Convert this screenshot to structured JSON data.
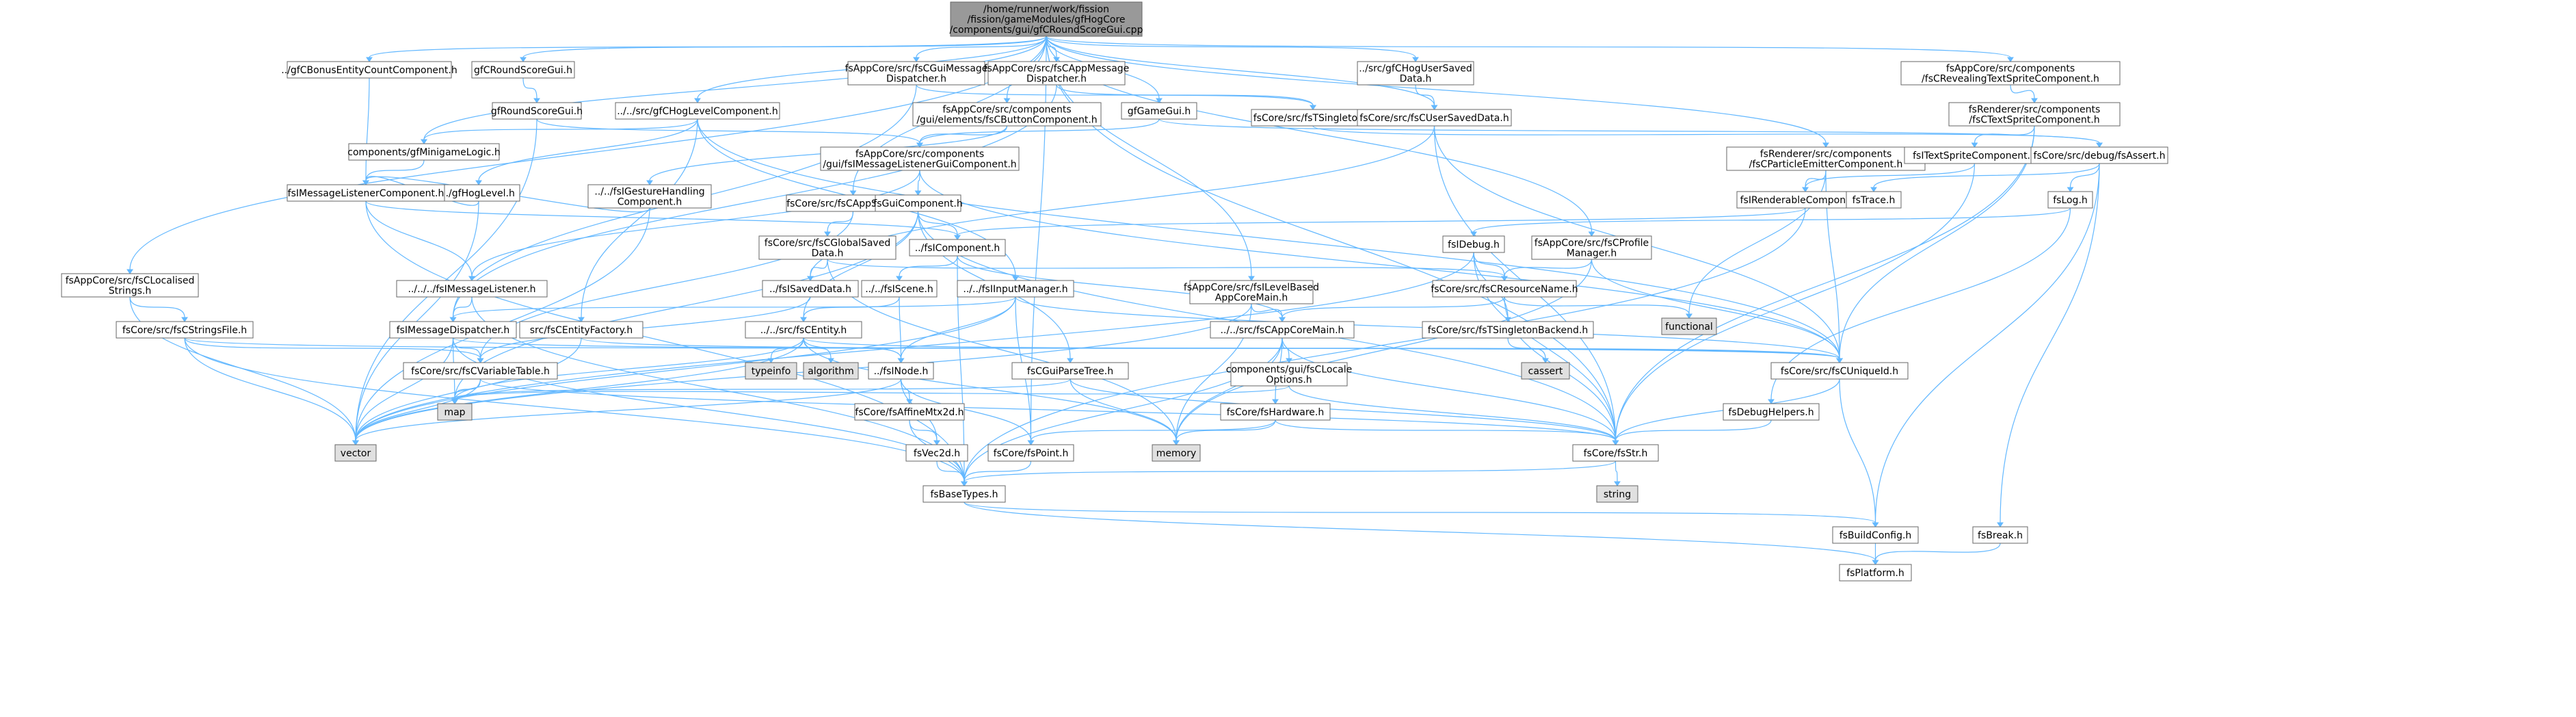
{
  "colors": {
    "node_fill": "#ffffff",
    "root_fill": "#999999",
    "external_fill": "#e0e0e0",
    "node_border": "#666666",
    "edge": "#63b8ff"
  },
  "nodes": [
    {
      "id": "root",
      "lines": [
        "/home/runner/work/fission",
        "/fission/gameModules/gfHogCore",
        "/components/gui/gfCRoundScoreGui.cpp"
      ],
      "kind": "root"
    },
    {
      "id": "gfCBonusEntityCountComponent",
      "lines": [
        "../gfCBonusEntityCountComponent.h"
      ]
    },
    {
      "id": "gfCRoundScoreGui",
      "lines": [
        "gfCRoundScoreGui.h"
      ]
    },
    {
      "id": "gfRoundScoreGui",
      "lines": [
        "gfRoundScoreGui.h"
      ]
    },
    {
      "id": "gfCHogLevelComponent",
      "lines": [
        "../../src/gfCHogLevelComponent.h"
      ]
    },
    {
      "id": "fsCGuiMessageDispatcher",
      "lines": [
        "fsAppCore/src/fsCGuiMessage",
        "Dispatcher.h"
      ]
    },
    {
      "id": "fsCAppMessageDispatcher",
      "lines": [
        "fsAppCore/src/fsCAppMessage",
        "Dispatcher.h"
      ]
    },
    {
      "id": "gfGameGui",
      "lines": [
        "gfGameGui.h"
      ]
    },
    {
      "id": "fsCButtonComponent",
      "lines": [
        "fsAppCore/src/components",
        "/gui/elements/fsCButtonComponent.h"
      ]
    },
    {
      "id": "gfCHogUserSavedData",
      "lines": [
        "../src/gfCHogUserSaved",
        "Data.h"
      ]
    },
    {
      "id": "fsTSingleton",
      "lines": [
        "fsCore/src/fsTSingleton.h"
      ]
    },
    {
      "id": "fsCUserSavedData",
      "lines": [
        "fsCore/src/fsCUserSavedData.h"
      ]
    },
    {
      "id": "fsCRevealingTextSpriteComponent",
      "lines": [
        "fsAppCore/src/components",
        "/fsCRevealingTextSpriteComponent.h"
      ]
    },
    {
      "id": "fsCTextSpriteComponent",
      "lines": [
        "fsRenderer/src/components",
        "/fsCTextSpriteComponent.h"
      ]
    },
    {
      "id": "fsCParticleEmitterComponent",
      "lines": [
        "fsRenderer/src/components",
        "/fsCParticleEmitterComponent.h"
      ]
    },
    {
      "id": "fsCLocalisedStrings",
      "lines": [
        "fsAppCore/src/fsCLocalised",
        "Strings.h"
      ]
    },
    {
      "id": "fsCStringsFile",
      "lines": [
        "fsCore/src/fsCStringsFile.h"
      ]
    },
    {
      "id": "gfMinigameLogic",
      "lines": [
        "components/gfMinigameLogic.h"
      ]
    },
    {
      "id": "gfHogLevel",
      "lines": [
        "../gfHogLevel.h"
      ]
    },
    {
      "id": "fsIGestureHandlingComponent",
      "lines": [
        "../../fsIGestureHandling",
        "Component.h"
      ]
    },
    {
      "id": "fsIMessageListenerGuiComponent",
      "lines": [
        "fsAppCore/src/components",
        "/gui/fsIMessageListenerGuiComponent.h"
      ]
    },
    {
      "id": "fsIMessageListenerComponent",
      "lines": [
        "fsIMessageListenerComponent.h"
      ]
    },
    {
      "id": "fsCAppSettings",
      "lines": [
        "fsCore/src/fsCAppSettings.h"
      ]
    },
    {
      "id": "fsGuiComponent",
      "lines": [
        "fsGuiComponent.h"
      ]
    },
    {
      "id": "fsTextSpriteComponent",
      "lines": [
        "fsITextSpriteComponent.h"
      ]
    },
    {
      "id": "fsAssert",
      "lines": [
        "fsCore/src/debug/fsAssert.h"
      ]
    },
    {
      "id": "fsRenderableComponent",
      "lines": [
        "fsIRenderableComponent.h"
      ]
    },
    {
      "id": "fsTrace",
      "lines": [
        "fsTrace.h"
      ]
    },
    {
      "id": "fsLog",
      "lines": [
        "fsLog.h"
      ]
    },
    {
      "id": "fsCGlobalSavedData",
      "lines": [
        "fsCore/src/fsCGlobalSaved",
        "Data.h"
      ]
    },
    {
      "id": "fsIComponent",
      "lines": [
        "../fsIComponent.h"
      ]
    },
    {
      "id": "fsCProfileManager",
      "lines": [
        "fsAppCore/src/fsCProfile",
        "Manager.h"
      ]
    },
    {
      "id": "fsIDebug",
      "lines": [
        "fsIDebug.h"
      ]
    },
    {
      "id": "fsIMessageListener",
      "lines": [
        "../../../fsIMessageListener.h"
      ]
    },
    {
      "id": "fsISavedData",
      "lines": [
        "../fsISavedData.h"
      ]
    },
    {
      "id": "fsIScene",
      "lines": [
        "../../fsIScene.h"
      ]
    },
    {
      "id": "fsIInputManager",
      "lines": [
        "../../fsIInputManager.h"
      ]
    },
    {
      "id": "fsILevelBasedAppCoreMain",
      "lines": [
        "fsAppCore/src/fsILevelBased",
        "AppCoreMain.h"
      ]
    },
    {
      "id": "fsCResourceName",
      "lines": [
        "fsCore/src/fsCResourceName.h"
      ]
    },
    {
      "id": "functional",
      "lines": [
        "functional"
      ],
      "kind": "external"
    },
    {
      "id": "fsMessageDispatcher",
      "lines": [
        "fsIMessageDispatcher.h"
      ]
    },
    {
      "id": "fsCEntityFactory",
      "lines": [
        "src/fsCEntityFactory.h"
      ]
    },
    {
      "id": "fsCEntity",
      "lines": [
        "../../src/fsCEntity.h"
      ]
    },
    {
      "id": "fsCAppCoreMain",
      "lines": [
        "../../src/fsCAppCoreMain.h"
      ]
    },
    {
      "id": "fsTSingletonBackend",
      "lines": [
        "fsCore/src/fsTSingletonBackend.h"
      ]
    },
    {
      "id": "cassert",
      "lines": [
        "cassert"
      ],
      "kind": "external"
    },
    {
      "id": "fsCUniqueId",
      "lines": [
        "fsCore/src/fsCUniqueId.h"
      ]
    },
    {
      "id": "fsCVariableTable",
      "lines": [
        "fsCore/src/fsCVariableTable.h"
      ]
    },
    {
      "id": "typeinfo",
      "lines": [
        "typeinfo"
      ],
      "kind": "external"
    },
    {
      "id": "algorithm",
      "lines": [
        "algorithm"
      ],
      "kind": "external"
    },
    {
      "id": "fsINode",
      "lines": [
        "../fsINode.h"
      ]
    },
    {
      "id": "fsCGuiParseTree",
      "lines": [
        "fsCGuiParseTree.h"
      ]
    },
    {
      "id": "fsCLocaleOptions",
      "lines": [
        "components/gui/fsCLocale",
        "Options.h"
      ]
    },
    {
      "id": "map",
      "lines": [
        "map"
      ],
      "kind": "external"
    },
    {
      "id": "fsAffineMtx2d",
      "lines": [
        "fsCore/fsAffineMtx2d.h"
      ]
    },
    {
      "id": "fsHardware",
      "lines": [
        "fsCore/fsHardware.h"
      ]
    },
    {
      "id": "fsDebugHelpers",
      "lines": [
        "fsDebugHelpers.h"
      ]
    },
    {
      "id": "vector",
      "lines": [
        "vector"
      ],
      "kind": "external"
    },
    {
      "id": "memory",
      "lines": [
        "memory"
      ],
      "kind": "external"
    },
    {
      "id": "fsVec2d",
      "lines": [
        "fsVec2d.h"
      ]
    },
    {
      "id": "fsPoint",
      "lines": [
        "fsCore/fsPoint.h"
      ]
    },
    {
      "id": "fsStr",
      "lines": [
        "fsCore/fsStr.h"
      ]
    },
    {
      "id": "string",
      "lines": [
        "string"
      ],
      "kind": "external"
    },
    {
      "id": "fsBaseTypes",
      "lines": [
        "fsBaseTypes.h"
      ]
    },
    {
      "id": "fsBuildConfig",
      "lines": [
        "fsBuildConfig.h"
      ]
    },
    {
      "id": "fsBreak",
      "lines": [
        "fsBreak.h"
      ]
    },
    {
      "id": "fsPlatform",
      "lines": [
        "fsPlatform.h"
      ]
    }
  ],
  "edges": [
    [
      "root",
      "gfCBonusEntityCountComponent"
    ],
    [
      "root",
      "gfCRoundScoreGui"
    ],
    [
      "root",
      "gfCHogLevelComponent"
    ],
    [
      "root",
      "fsCGuiMessageDispatcher"
    ],
    [
      "root",
      "fsCAppMessageDispatcher"
    ],
    [
      "root",
      "gfGameGui"
    ],
    [
      "root",
      "fsCButtonComponent"
    ],
    [
      "root",
      "gfCHogUserSavedData"
    ],
    [
      "root",
      "fsCRevealingTextSpriteComponent"
    ],
    [
      "root",
      "fsCParticleEmitterComponent"
    ],
    [
      "root",
      "fsCLocalisedStrings"
    ],
    [
      "root",
      "gfMinigameLogic"
    ],
    [
      "root",
      "fsCAppSettings"
    ],
    [
      "root",
      "fsCProfileManager"
    ],
    [
      "root",
      "fsCUserSavedData"
    ],
    [
      "root",
      "fsILevelBasedAppCoreMain"
    ],
    [
      "root",
      "fsStr"
    ],
    [
      "root",
      "fsPoint"
    ],
    [
      "gfCBonusEntityCountComponent",
      "fsIMessageListenerComponent"
    ],
    [
      "gfCRoundScoreGui",
      "gfRoundScoreGui"
    ],
    [
      "gfRoundScoreGui",
      "fsIMessageListenerGuiComponent"
    ],
    [
      "gfRoundScoreGui",
      "vector"
    ],
    [
      "gfCHogLevelComponent",
      "gfHogLevel"
    ],
    [
      "gfCHogLevelComponent",
      "gfMinigameLogic"
    ],
    [
      "gfCHogLevelComponent",
      "fsCUniqueId"
    ],
    [
      "gfCHogLevelComponent",
      "fsIInputManager"
    ],
    [
      "gfCHogLevelComponent",
      "fsCEntityFactory"
    ],
    [
      "fsCGuiMessageDispatcher",
      "fsMessageDispatcher"
    ],
    [
      "fsCGuiMessageDispatcher",
      "fsTSingleton"
    ],
    [
      "fsCAppMessageDispatcher",
      "fsMessageDispatcher"
    ],
    [
      "fsCAppMessageDispatcher",
      "fsTSingleton"
    ],
    [
      "gfGameGui",
      "fsIMessageListenerGuiComponent"
    ],
    [
      "gfGameGui",
      "fsAssert"
    ],
    [
      "fsCButtonComponent",
      "fsIGestureHandlingComponent"
    ],
    [
      "fsCButtonComponent",
      "fsIMessageListenerGuiComponent"
    ],
    [
      "gfCHogUserSavedData",
      "fsCUserSavedData"
    ],
    [
      "fsTSingleton",
      "fsAssert"
    ],
    [
      "fsCUserSavedData",
      "fsCUniqueId"
    ],
    [
      "fsCUserSavedData",
      "fsISavedData"
    ],
    [
      "fsCUserSavedData",
      "fsStr"
    ],
    [
      "fsCRevealingTextSpriteComponent",
      "fsCTextSpriteComponent"
    ],
    [
      "fsCTextSpriteComponent",
      "fsTextSpriteComponent"
    ],
    [
      "fsCTextSpriteComponent",
      "fsCUniqueId"
    ],
    [
      "fsCTextSpriteComponent",
      "fsStr"
    ],
    [
      "fsCParticleEmitterComponent",
      "fsRenderableComponent"
    ],
    [
      "fsCParticleEmitterComponent",
      "fsCUniqueId"
    ],
    [
      "fsCParticleEmitterComponent",
      "functional"
    ],
    [
      "fsCLocalisedStrings",
      "fsCStringsFile"
    ],
    [
      "fsCLocalisedStrings",
      "vector"
    ],
    [
      "fsCStringsFile",
      "fsCUniqueId"
    ],
    [
      "fsCStringsFile",
      "fsCVariableTable"
    ],
    [
      "fsCStringsFile",
      "vector"
    ],
    [
      "fsCStringsFile",
      "fsBaseTypes"
    ],
    [
      "gfMinigameLogic",
      "fsIMessageListenerComponent"
    ],
    [
      "gfHogLevel",
      "fsIMessageListenerComponent"
    ],
    [
      "gfHogLevel",
      "vector"
    ],
    [
      "fsIGestureHandlingComponent",
      "fsIMessageListenerComponent"
    ],
    [
      "fsIGestureHandlingComponent",
      "vector"
    ],
    [
      "fsIMessageListenerGuiComponent",
      "fsGuiComponent"
    ],
    [
      "fsIMessageListenerGuiComponent",
      "fsIMessageListener"
    ],
    [
      "fsIMessageListenerGuiComponent",
      "fsCUniqueId"
    ],
    [
      "fsIMessageListenerComponent",
      "fsIComponent"
    ],
    [
      "fsIMessageListenerComponent",
      "fsIMessageListener"
    ],
    [
      "fsIMessageListenerComponent",
      "fsBaseTypes"
    ],
    [
      "fsCAppSettings",
      "fsCGlobalSavedData"
    ],
    [
      "fsCAppSettings",
      "fsCVariableTable"
    ],
    [
      "fsGuiComponent",
      "fsIComponent"
    ],
    [
      "fsGuiComponent",
      "fsCGuiParseTree"
    ],
    [
      "fsGuiComponent",
      "fsCEntity"
    ],
    [
      "fsGuiComponent",
      "map"
    ],
    [
      "fsGuiComponent",
      "fsStr"
    ],
    [
      "fsTextSpriteComponent",
      "fsRenderableComponent"
    ],
    [
      "fsTextSpriteComponent",
      "fsStr"
    ],
    [
      "fsAssert",
      "fsLog"
    ],
    [
      "fsAssert",
      "fsTrace"
    ],
    [
      "fsAssert",
      "fsBreak"
    ],
    [
      "fsAssert",
      "fsBuildConfig"
    ],
    [
      "fsRenderableComponent",
      "fsIComponent"
    ],
    [
      "fsRenderableComponent",
      "fsBaseTypes"
    ],
    [
      "fsLog",
      "fsIDebug"
    ],
    [
      "fsLog",
      "fsDebugHelpers"
    ],
    [
      "fsCGlobalSavedData",
      "fsISavedData"
    ],
    [
      "fsCGlobalSavedData",
      "fsCResourceName"
    ],
    [
      "fsCGlobalSavedData",
      "memory"
    ],
    [
      "fsIComponent",
      "fsCAppCoreMain"
    ],
    [
      "fsIComponent",
      "fsIScene"
    ],
    [
      "fsIComponent",
      "fsBaseTypes"
    ],
    [
      "fsCProfileManager",
      "fsCResourceName"
    ],
    [
      "fsCProfileManager",
      "fsCUniqueId"
    ],
    [
      "fsCProfileManager",
      "memory"
    ],
    [
      "fsIDebug",
      "fsStr"
    ],
    [
      "fsIDebug",
      "fsCResourceName"
    ],
    [
      "fsIDebug",
      "fsTSingletonBackend"
    ],
    [
      "fsIDebug",
      "vector"
    ],
    [
      "fsIMessageListener",
      "fsMessageDispatcher"
    ],
    [
      "fsIMessageListener",
      "fsBaseTypes"
    ],
    [
      "fsISavedData",
      "fsCVariableTable"
    ],
    [
      "fsIScene",
      "fsINode"
    ],
    [
      "fsIScene",
      "fsCEntity"
    ],
    [
      "fsIInputManager",
      "fsINode"
    ],
    [
      "fsIInputManager",
      "fsPoint"
    ],
    [
      "fsIInputManager",
      "fsMessageDispatcher"
    ],
    [
      "fsIInputManager",
      "vector"
    ],
    [
      "fsIInputManager",
      "fsCUniqueId"
    ],
    [
      "fsILevelBasedAppCoreMain",
      "fsCAppCoreMain"
    ],
    [
      "fsILevelBasedAppCoreMain",
      "memory"
    ],
    [
      "fsILevelBasedAppCoreMain",
      "vector"
    ],
    [
      "fsCResourceName",
      "fsStr"
    ],
    [
      "fsCResourceName",
      "functional"
    ],
    [
      "fsCResourceName",
      "fsCAppCoreMain"
    ],
    [
      "fsMessageDispatcher",
      "fsCUniqueId"
    ],
    [
      "fsMessageDispatcher",
      "fsCVariableTable"
    ],
    [
      "fsMessageDispatcher",
      "map"
    ],
    [
      "fsMessageDispatcher",
      "vector"
    ],
    [
      "fsMessageDispatcher",
      "fsBaseTypes"
    ],
    [
      "fsCEntityFactory",
      "fsCUniqueId"
    ],
    [
      "fsCEntityFactory",
      "vector"
    ],
    [
      "fsCEntity",
      "fsINode"
    ],
    [
      "fsCEntity",
      "typeinfo"
    ],
    [
      "fsCEntity",
      "algorithm"
    ],
    [
      "fsCEntity",
      "map"
    ],
    [
      "fsCEntity",
      "vector"
    ],
    [
      "fsCEntity",
      "memory"
    ],
    [
      "fsCEntity",
      "fsCUniqueId"
    ],
    [
      "fsCAppCoreMain",
      "fsCLocaleOptions"
    ],
    [
      "fsCAppCoreMain",
      "fsHardware"
    ],
    [
      "fsCAppCoreMain",
      "memory"
    ],
    [
      "fsCAppCoreMain",
      "fsStr"
    ],
    [
      "fsCAppCoreMain",
      "fsBaseTypes"
    ],
    [
      "fsTSingletonBackend",
      "cassert"
    ],
    [
      "fsCUniqueId",
      "fsStr"
    ],
    [
      "fsCUniqueId",
      "fsBuildConfig"
    ],
    [
      "fsCVariableTable",
      "map"
    ],
    [
      "fsCVariableTable",
      "vector"
    ],
    [
      "fsCVariableTable",
      "fsStr"
    ],
    [
      "fsINode",
      "fsAffineMtx2d"
    ],
    [
      "fsINode",
      "fsVec2d"
    ],
    [
      "fsINode",
      "fsPoint"
    ],
    [
      "fsINode",
      "vector"
    ],
    [
      "fsCGuiParseTree",
      "map"
    ],
    [
      "fsCGuiParseTree",
      "memory"
    ],
    [
      "fsCGuiParseTree",
      "fsStr"
    ],
    [
      "fsCLocaleOptions",
      "map"
    ],
    [
      "fsCLocaleOptions",
      "fsStr"
    ],
    [
      "fsAffineMtx2d",
      "fsVec2d"
    ],
    [
      "fsAffineMtx2d",
      "fsBaseTypes"
    ],
    [
      "fsHardware",
      "fsPoint"
    ],
    [
      "fsHardware",
      "memory"
    ],
    [
      "fsHardware",
      "fsStr"
    ],
    [
      "fsDebugHelpers",
      "fsStr"
    ],
    [
      "fsVec2d",
      "fsBaseTypes"
    ],
    [
      "fsPoint",
      "fsBaseTypes"
    ],
    [
      "fsStr",
      "string"
    ],
    [
      "fsStr",
      "fsBaseTypes"
    ],
    [
      "fsBaseTypes",
      "fsBuildConfig"
    ],
    [
      "fsBaseTypes",
      "fsPlatform"
    ],
    [
      "fsBuildConfig",
      "fsPlatform"
    ],
    [
      "fsBreak",
      "fsPlatform"
    ]
  ]
}
